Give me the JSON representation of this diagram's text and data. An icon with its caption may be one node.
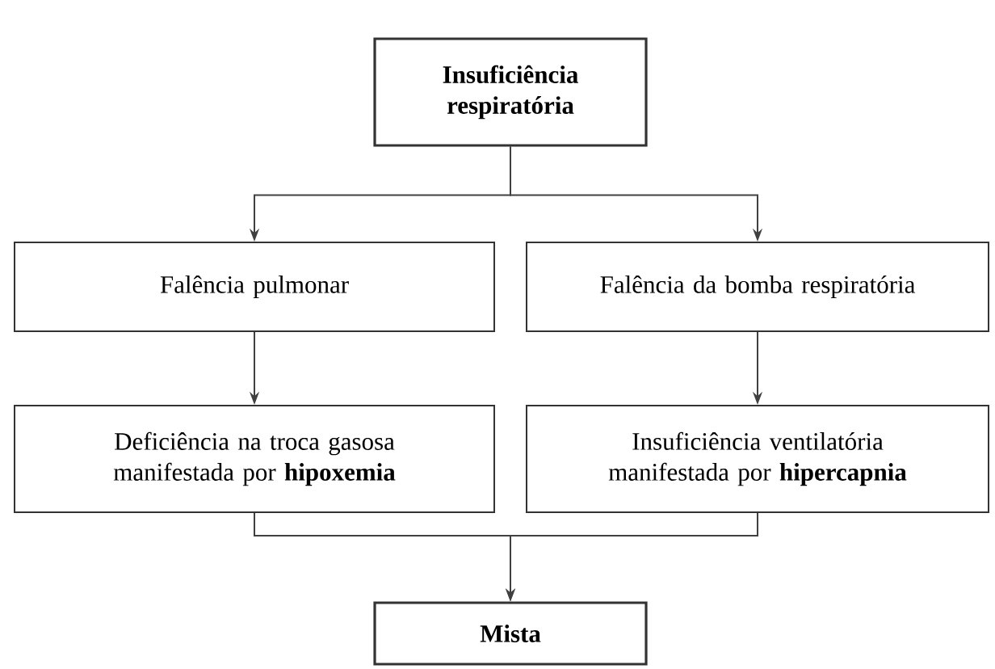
{
  "diagram": {
    "nodes": [
      {
        "text": [
          "Insuficiência respiratória"
        ]
      },
      {
        "text": [
          "Falência pulmonar"
        ]
      },
      {
        "text": [
          "Falência da bomba respiratória"
        ]
      },
      {
        "text": [
          "Deficiência na troca gasosa manifestada por **hipoxemia**"
        ]
      },
      {
        "text": [
          "Insuficiência ventilatória manifestada por **hipercapnia**"
        ]
      },
      {
        "text": [
          "Mista"
        ]
      }
    ],
    "edges": [
      {
        "from": 0,
        "to": 1,
        "arrow": "to"
      },
      {
        "from": 0,
        "to": 2,
        "arrow": "to"
      },
      {
        "from": 1,
        "to": 3,
        "arrow": "to"
      },
      {
        "from": 2,
        "to": 4,
        "arrow": "to"
      },
      {
        "from": 3,
        "to": 5,
        "arrow": "to"
      },
      {
        "from": 4,
        "to": 5,
        "arrow": "to"
      }
    ]
  }
}
